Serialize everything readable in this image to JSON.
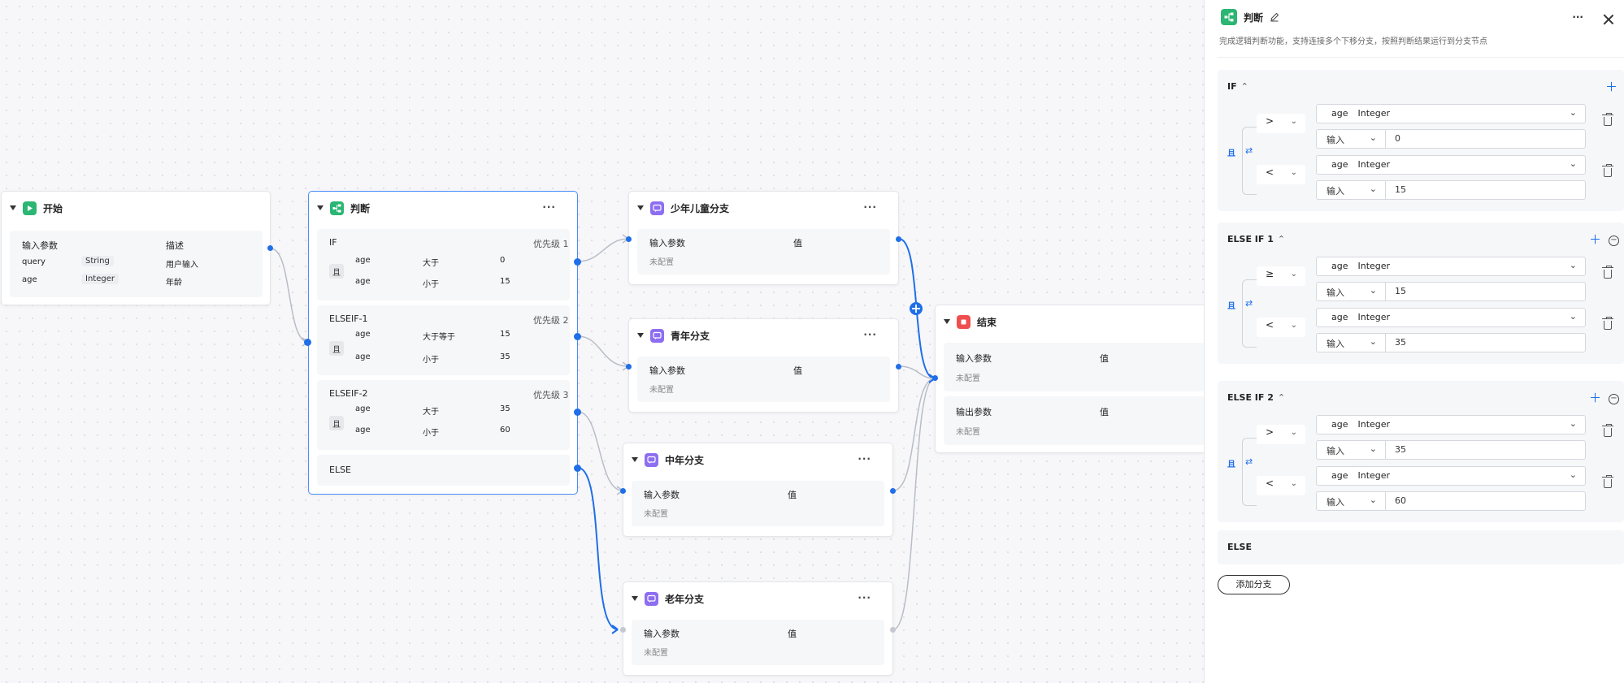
{
  "nodes": {
    "start": {
      "title": "开始",
      "col_param": "输入参数",
      "col_desc": "描述",
      "rows": [
        {
          "name": "query",
          "type": "String",
          "desc": "用户输入"
        },
        {
          "name": "age",
          "type": "Integer",
          "desc": "年龄"
        }
      ]
    },
    "judge": {
      "title": "判断",
      "more": "···",
      "and_label": "且",
      "branches": [
        {
          "name": "IF",
          "priority": "优先级 1",
          "conds": [
            {
              "field": "age",
              "op": "大于",
              "value": "0"
            },
            {
              "field": "age",
              "op": "小于",
              "value": "15"
            }
          ]
        },
        {
          "name": "ELSEIF-1",
          "priority": "优先级 2",
          "conds": [
            {
              "field": "age",
              "op": "大于等于",
              "value": "15"
            },
            {
              "field": "age",
              "op": "小于",
              "value": "35"
            }
          ]
        },
        {
          "name": "ELSEIF-2",
          "priority": "优先级 3",
          "conds": [
            {
              "field": "age",
              "op": "大于",
              "value": "35"
            },
            {
              "field": "age",
              "op": "小于",
              "value": "60"
            }
          ]
        },
        {
          "name": "ELSE"
        }
      ]
    },
    "branch_youth": {
      "title": "少年儿童分支",
      "col_param": "输入参数",
      "col_val": "值",
      "empty": "未配置",
      "more": "···"
    },
    "branch_young": {
      "title": "青年分支",
      "col_param": "输入参数",
      "col_val": "值",
      "empty": "未配置",
      "more": "···"
    },
    "branch_middle": {
      "title": "中年分支",
      "col_param": "输入参数",
      "col_val": "值",
      "empty": "未配置",
      "more": "···"
    },
    "branch_old": {
      "title": "老年分支",
      "col_param": "输入参数",
      "col_val": "值",
      "empty": "未配置",
      "more": "···"
    },
    "end": {
      "title": "结束",
      "in_param": "输入参数",
      "in_val": "值",
      "in_empty": "未配置",
      "out_param": "输出参数",
      "out_val": "值",
      "out_empty": "未配置"
    }
  },
  "panel": {
    "title": "判断",
    "description": "完成逻辑判断功能，支持连接多个下移分支，按照判断结果运行到分支节点",
    "more": "···",
    "and_label": "且",
    "input_label": "输入",
    "sections": [
      {
        "title": "IF",
        "conds": [
          {
            "op": ">",
            "field": "age",
            "type": "Integer",
            "value": "0"
          },
          {
            "op": "<",
            "field": "age",
            "type": "Integer",
            "value": "15"
          }
        ]
      },
      {
        "title": "ELSE IF 1",
        "conds": [
          {
            "op": "≥",
            "field": "age",
            "type": "Integer",
            "value": "15"
          },
          {
            "op": "<",
            "field": "age",
            "type": "Integer",
            "value": "35"
          }
        ]
      },
      {
        "title": "ELSE IF 2",
        "conds": [
          {
            "op": ">",
            "field": "age",
            "type": "Integer",
            "value": "35"
          },
          {
            "op": "<",
            "field": "age",
            "type": "Integer",
            "value": "60"
          }
        ]
      }
    ],
    "else_title": "ELSE",
    "add_branch": "添加分支"
  },
  "colors": {
    "accent": "#1f6fe8",
    "start_icon": "#2bb673",
    "branch_icon": "#8d6ef0",
    "end_icon": "#f04e4e"
  }
}
